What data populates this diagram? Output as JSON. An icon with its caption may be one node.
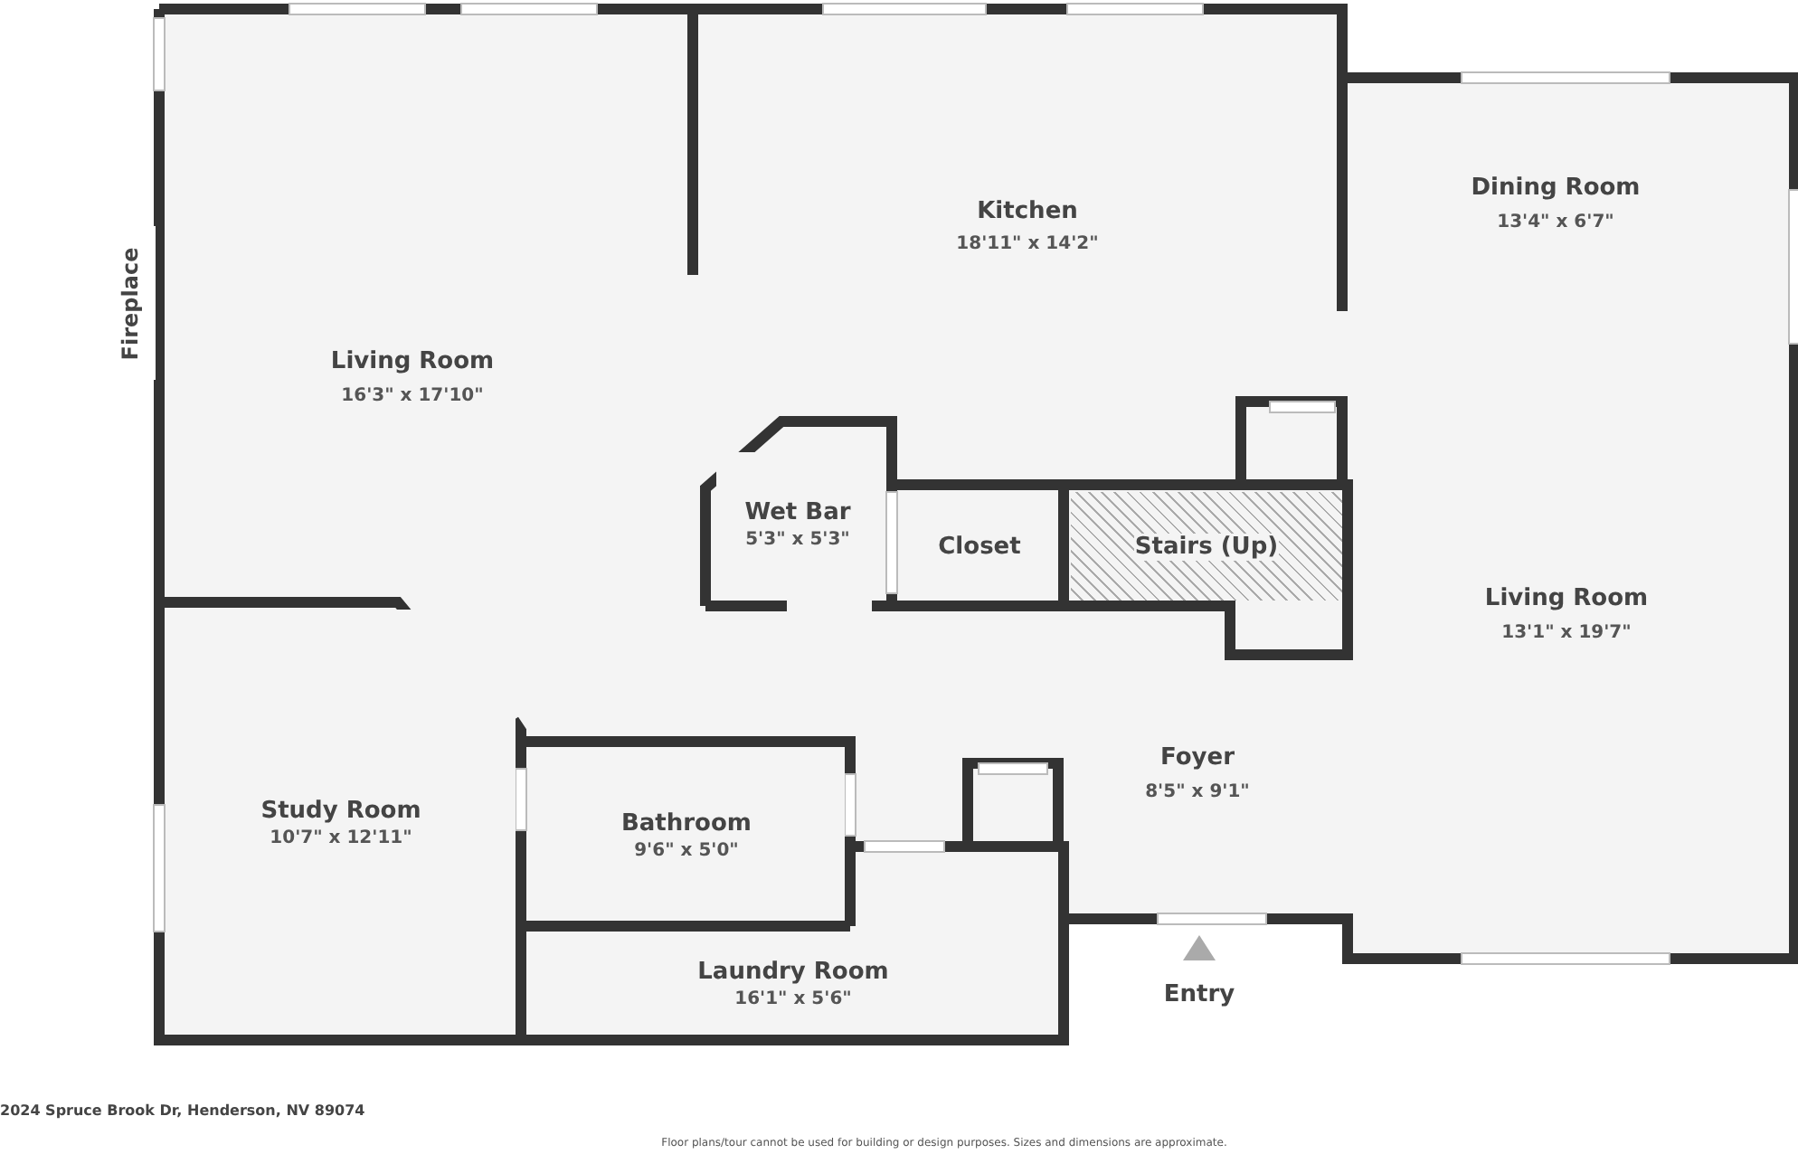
{
  "diagram": {
    "nodes": [
      {
        "text": [
          "Fireplace"
        ]
      },
      {
        "text": [
          "Wet Bar",
          "5'3\" x 5'3\""
        ]
      },
      {
        "text": [
          "Closet"
        ]
      },
      {
        "text": [
          "Stairs (Up)"
        ]
      },
      {
        "text": [
          "Study Room",
          "10'7\" x 12'11\""
        ]
      },
      {
        "text": [
          "Bathroom",
          "9'6\" x 5'0\""
        ]
      },
      {
        "text": [
          "Laundry Room",
          "16'1\" x 5'6\""
        ]
      }
    ],
    "labels": [
      "Kitchen",
      "18'11\" x 14'2\"",
      "Dining Room",
      "13'4\" x 6'7\"",
      "Living Room",
      "16'3\" x 17'10\"",
      "Living Room",
      "13'1\" x 19'7\"",
      "Foyer",
      "8'5\" x 9'1\"",
      "Entry",
      "2024 Spruce Brook Dr, Henderson, NV 89074",
      "Floor plans/tour cannot be used for building or design purposes. Sizes and dimensions are approximate."
    ]
  }
}
